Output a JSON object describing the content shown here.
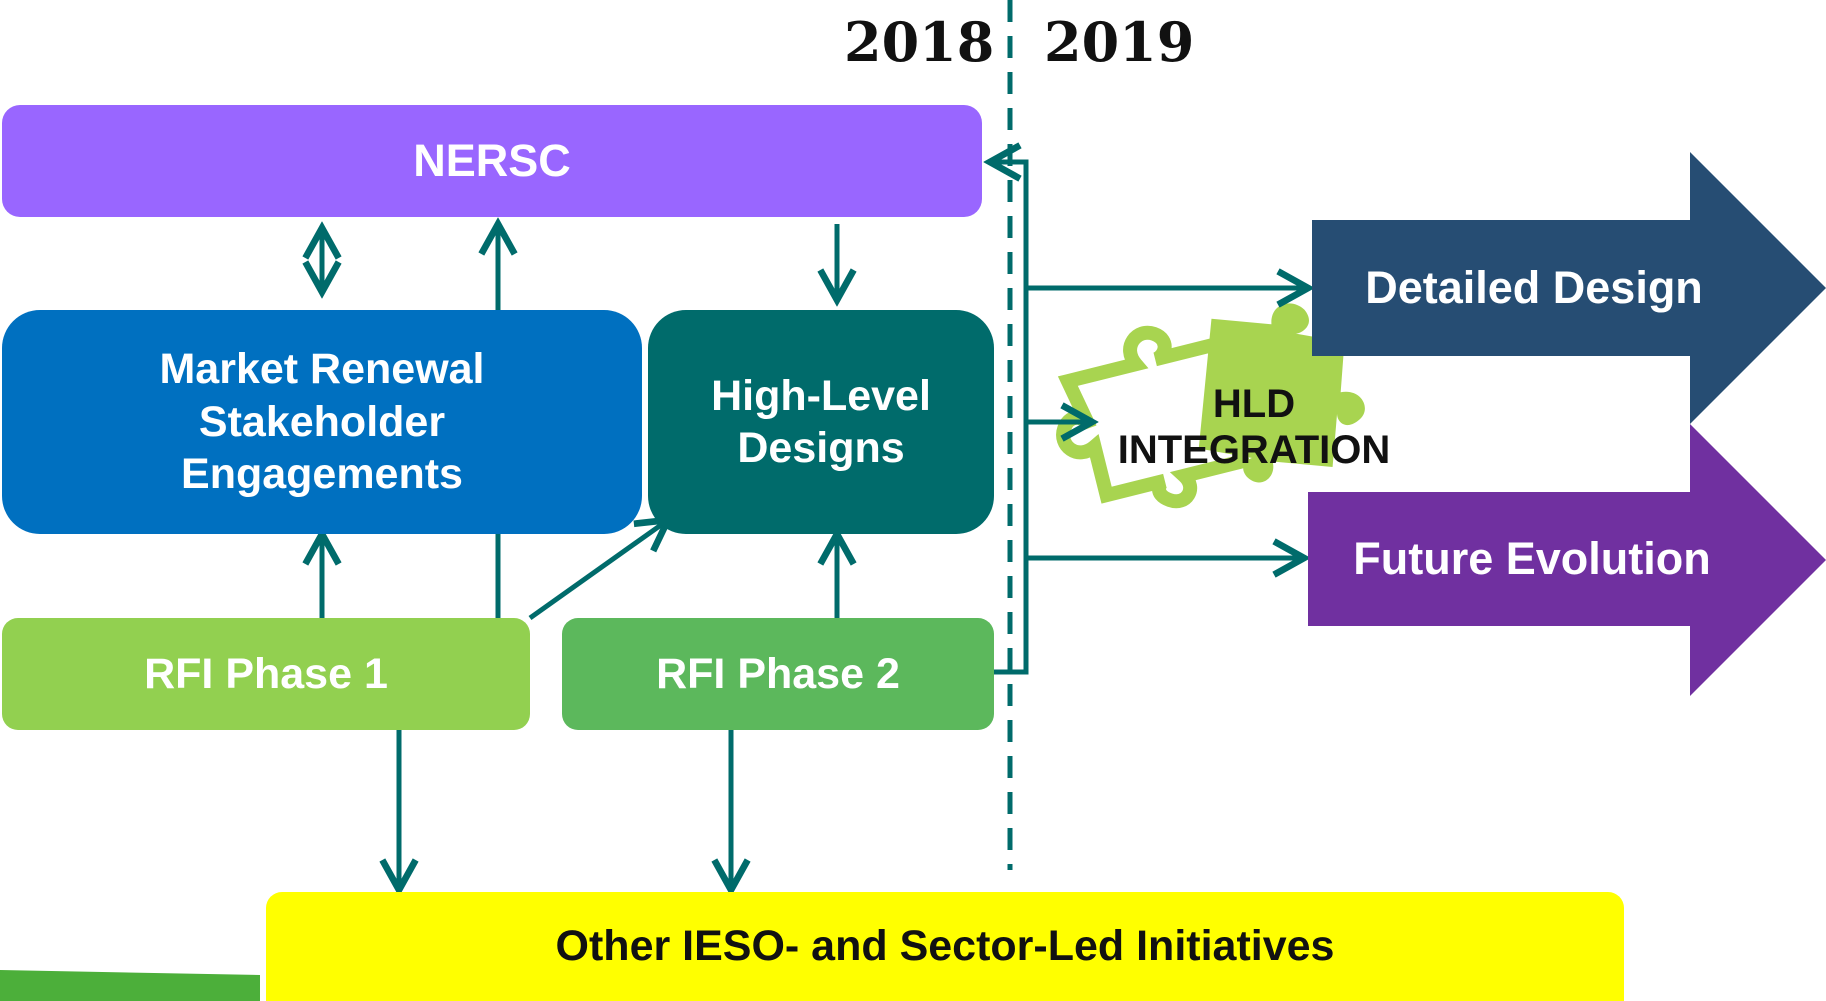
{
  "years": {
    "left": "2018",
    "right": "2019"
  },
  "nodes": {
    "nersc": "NERSC",
    "stakeholder": "Market Renewal\nStakeholder\nEngagements",
    "hld": "High-Level\nDesigns",
    "rfi1": "RFI Phase 1",
    "rfi2": "RFI Phase 2",
    "initiatives": "Other IESO- and Sector-Led Initiatives",
    "integration": "HLD\nINTEGRATION",
    "detailed": "Detailed Design",
    "future": "Future Evolution"
  },
  "colors": {
    "nersc": "#9966ff",
    "stakeholder": "#0070c0",
    "hld": "#006b6b",
    "rfi1": "#92d050",
    "rfi2": "#5cb85c",
    "initiatives": "#ffff00",
    "detailed": "#264d73",
    "future": "#7030a0",
    "connector": "#006b6b",
    "puzzle": "#9acd32"
  },
  "icons": {
    "integration": "puzzle-icon"
  }
}
